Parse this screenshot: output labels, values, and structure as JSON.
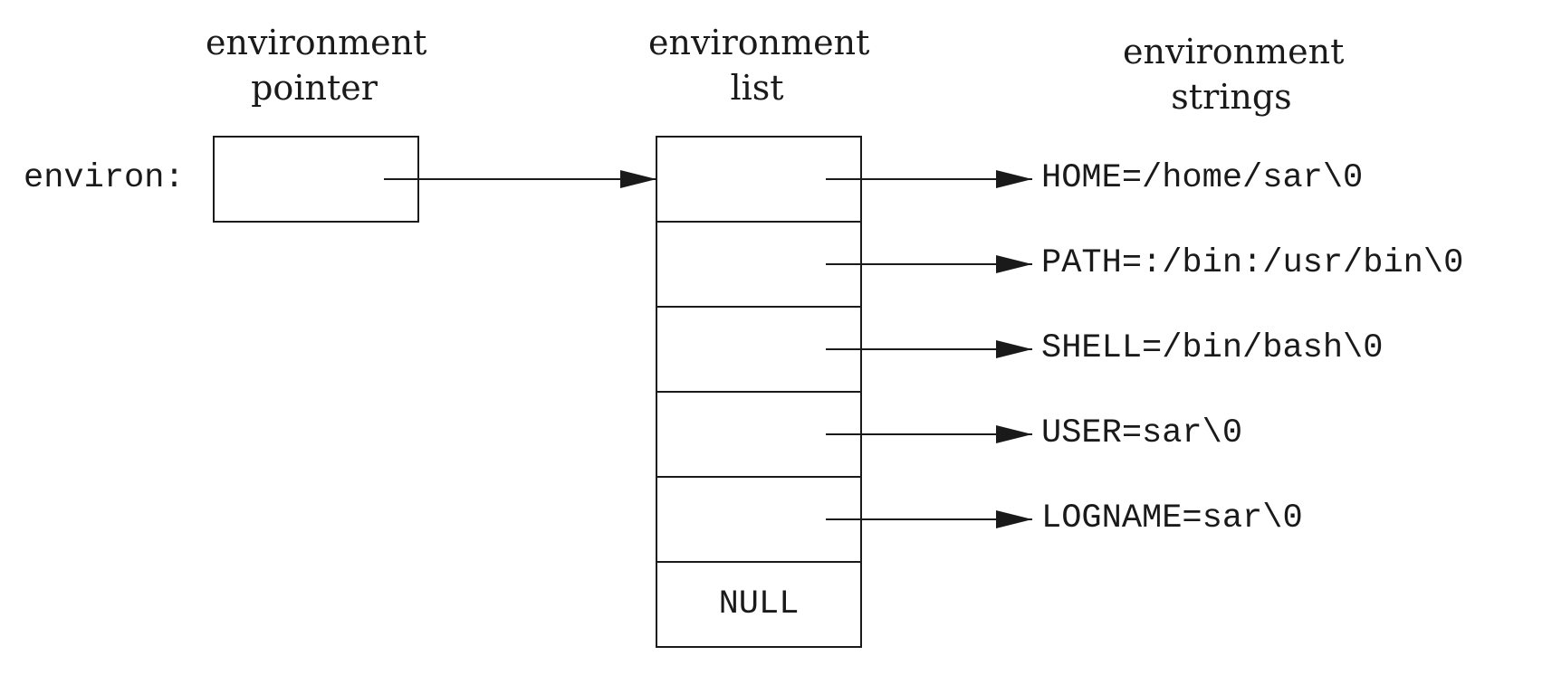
{
  "headings": {
    "pointer": [
      "environment",
      "pointer"
    ],
    "list": [
      "environment",
      "list"
    ],
    "strings": [
      "environment",
      "strings"
    ]
  },
  "variable_label": "environ:",
  "null_label": "NULL",
  "strings": [
    "HOME=/home/sar\\0",
    "PATH=:/bin:/usr/bin\\0",
    "SHELL=/bin/bash\\0",
    "USER=sar\\0",
    "LOGNAME=sar\\0"
  ]
}
